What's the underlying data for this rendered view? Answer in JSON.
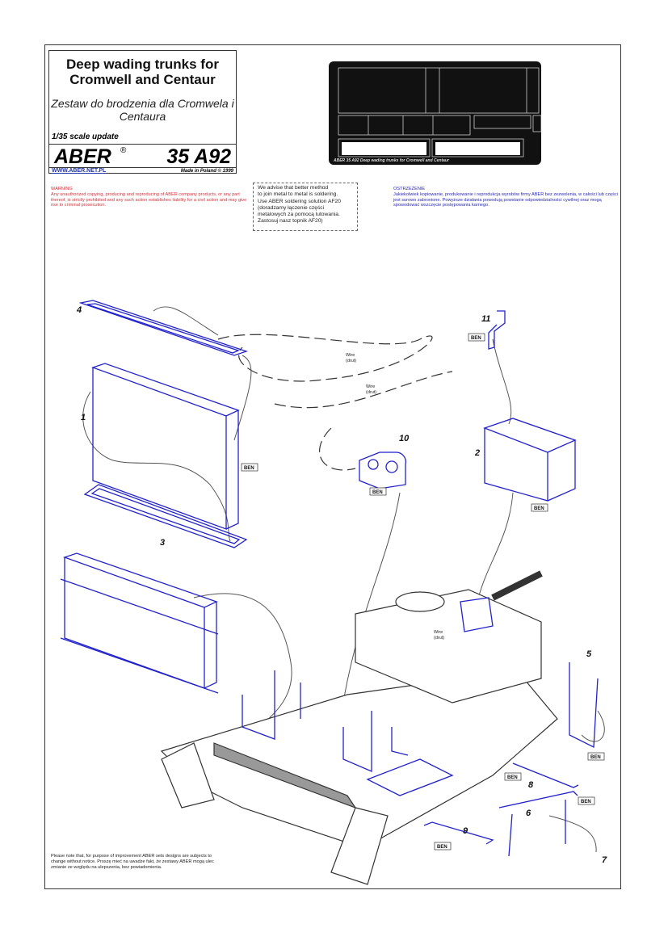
{
  "title": {
    "en": "Deep wading  trunks for Cromwell and Centaur",
    "pl": "Zestaw do brodzenia dla Cromwela i Centaura",
    "scale": "1/35 scale update",
    "brand": "ABER",
    "registered": "®",
    "code": "35 A92",
    "url": "WWW.ABER.NET.PL",
    "made_in": "Made in Poland © 1999"
  },
  "fret": {
    "caption": "ABER    35 A92    Deep wading trunks for Cromwell and Centaur"
  },
  "warning": {
    "heading": "WARNING",
    "text": "Any unauthorized copying, producing and reproducing of ABER company products, or any part thereof, is strictly prohibited and any such action establishes liability for a civil action and may give rise to criminal prosecution."
  },
  "advice": "We advise that better method\nto join metal to metal is soldering.\nUse ABER soldering solution AF20\n(doradzamy łączenie części\nmetalowych za pomocą lutowania.\nZastosuj nasz topnik AF20)",
  "ostrzezenie": {
    "heading": "OSTRZEŻENIE",
    "text": "Jakiekolwiek kopiowanie, produkowanie i reprodukcja wyrobów firmy ABER bez zezwolenia, w całości lub części jest surowo zabronione. Powyższe działania powodują powstanie odpowiedzialności cywilnej oraz mogą spowodować wszczęcie postępowania karnego."
  },
  "note": "Please note that, for purpose of improvement ABER sets designs are subjects to change without notice. Proszę mieć na uwadze fakt, że zestawy ABER mogą ulec zmianie ze względu na ulepszenia, bez powiadomienia.",
  "diagram": {
    "parts": [
      "1",
      "2",
      "3",
      "4",
      "5",
      "6",
      "7",
      "8",
      "9",
      "10",
      "11"
    ],
    "ben": "BEN",
    "wire": "Wire",
    "wire_pl": "(drut)"
  },
  "colors": {
    "part_outline": "#2222cc",
    "warning": "#d0343c",
    "polish_warning": "#2a2ab0"
  }
}
